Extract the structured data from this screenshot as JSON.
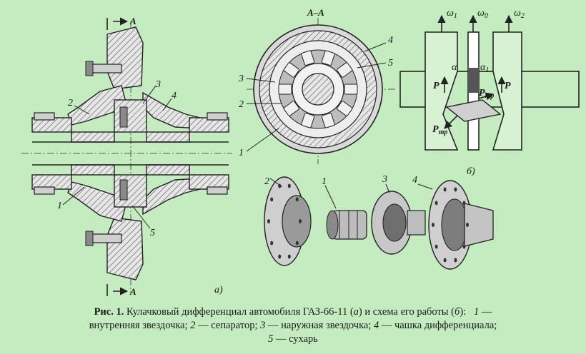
{
  "labels": {
    "section_top": "A",
    "section_bottom": "A",
    "section_title": "A–A",
    "panel_a": "а)",
    "panel_b": "б)",
    "omega1": "ω",
    "omega1_sub": "1",
    "omega0": "ω",
    "omega0_sub": "0",
    "omega2": "ω",
    "omega2_sub": "2",
    "alpha": "α",
    "alpha1": "α",
    "alpha1_sub": "1",
    "force_left": "P",
    "force_right": "P",
    "friction_right": "P",
    "friction_right_sub": "тр",
    "friction_left": "P",
    "friction_left_sub": "тр",
    "callouts_a": [
      "1",
      "2",
      "3",
      "4",
      "5"
    ],
    "callouts_section": [
      "1",
      "2",
      "3",
      "4",
      "5"
    ],
    "callouts_parts": [
      "2",
      "1",
      "3",
      "4"
    ]
  },
  "caption": {
    "fig": "Рис. 1.",
    "line1_text": "Кулачковый дифференциал автомобиля ГАЗ-66-11 (",
    "line1_a": "а",
    "line1_mid": ") и схема его работы (",
    "line1_b": "б",
    "line1_end": "):",
    "item1_num": "1",
    "item1_dash": " —",
    "line2": "внутренняя звездочка;",
    "item2_num": "2",
    "item2_text": " — сепаратор;",
    "item3_num": "3",
    "item3_text": " — наружная звездочка;",
    "item4_num": "4",
    "item4_text": " — чашка дифференциала;",
    "item5_num": "5",
    "item5_text": " — сухарь"
  }
}
